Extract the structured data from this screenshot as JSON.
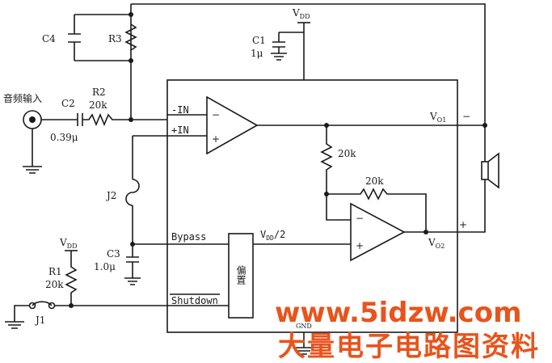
{
  "labels": {
    "audio_input": "音频输入",
    "c4": "C4",
    "r3": "R3",
    "c1": "C1",
    "c1_value": "1μ",
    "vdd_top": "V",
    "vdd_top_sub": "DD",
    "c2": "C2",
    "c2_value": "0.39μ",
    "r2": "R2",
    "r2_value": "20k",
    "minus_in": "-IN",
    "plus_in": "+IN",
    "op1_minus": "−",
    "op1_plus": "+",
    "vo1": "V",
    "vo1_sub": "O1",
    "vo1_sign": "−",
    "r_fb1": "20k",
    "r_fb2": "20k",
    "op2_minus": "−",
    "op2_plus": "+",
    "vo2": "V",
    "vo2_sub": "O2",
    "vo2_sign": "+",
    "j2": "J2",
    "c3": "C3",
    "c3_value": "1.0μ",
    "bypass": "Bypass",
    "vdd_half": "V",
    "vdd_half_sub": "DD",
    "vdd_half_suffix": "/2",
    "bias": "偏置",
    "vdd_left": "V",
    "vdd_left_sub": "DD",
    "r1": "R1",
    "r1_value": "20k",
    "shutdown": "Shutdown",
    "j1": "J1",
    "gnd": "GND"
  },
  "watermark": {
    "url": "www.5idzw.com",
    "title": "大量电子电路图资料",
    "color": "#e8541c"
  }
}
